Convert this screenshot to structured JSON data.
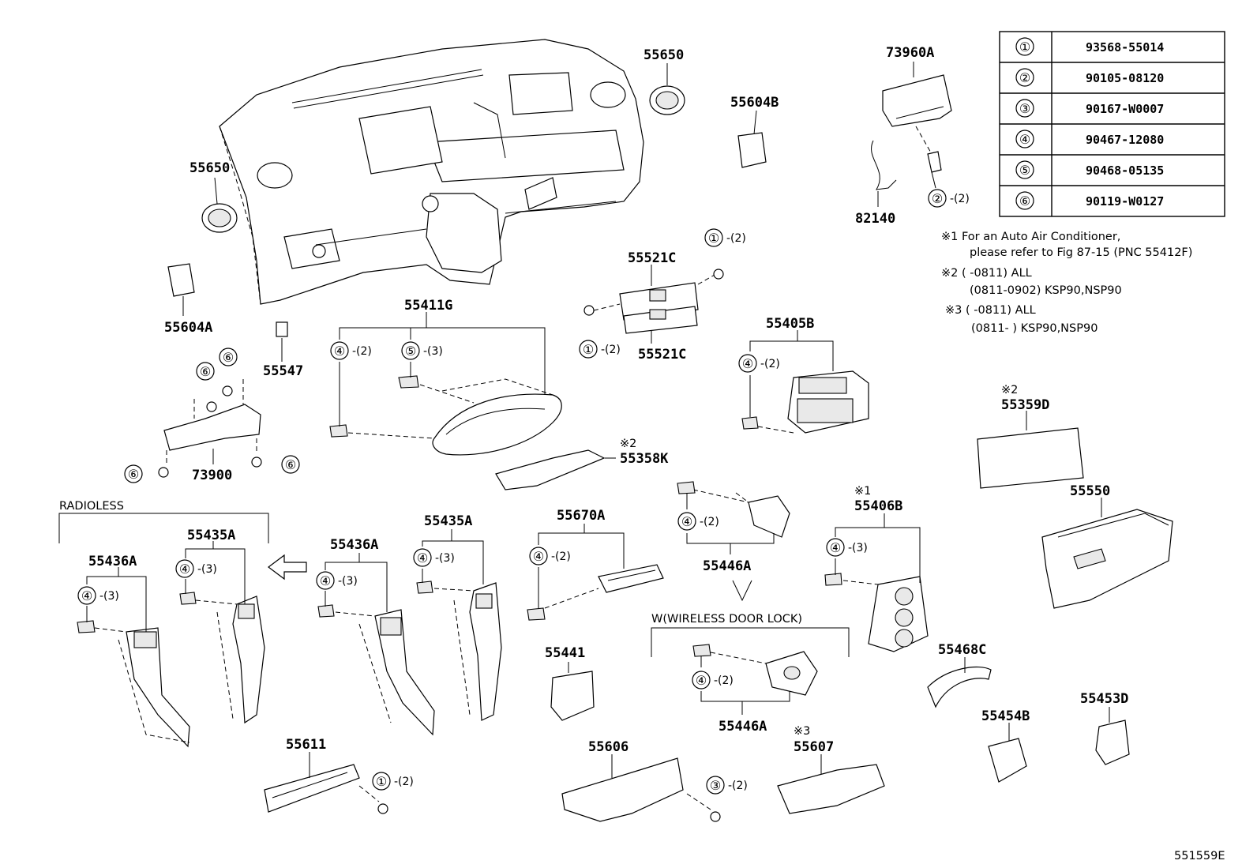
{
  "diagram_id": "551559E",
  "table": {
    "rows": [
      {
        "key": "①",
        "part": "93568-55014"
      },
      {
        "key": "②",
        "part": "90105-08120"
      },
      {
        "key": "③",
        "part": "90167-W0007"
      },
      {
        "key": "④",
        "part": "90467-12080"
      },
      {
        "key": "⑤",
        "part": "90468-05135"
      },
      {
        "key": "⑥",
        "part": "90119-W0127"
      }
    ]
  },
  "notes": {
    "n1_line1": "※1 For an Auto Air Conditioner,",
    "n1_line2": "please refer to Fig 87-15 (PNC 55412F)",
    "n2_line1": "※2 (      -0811) ALL",
    "n2_line2": "(0811-0902) KSP90,NSP90",
    "n3_line1": "※3 (      -0811) ALL",
    "n3_line2": "(0811-      ) KSP90,NSP90"
  },
  "labels": {
    "p55650_top": "55650",
    "p55650_left": "55650",
    "p55604B": "55604B",
    "p73960A": "73960A",
    "p82140": "82140",
    "p55604A": "55604A",
    "p55547": "55547",
    "p55411G": "55411G",
    "p55521C_top": "55521C",
    "p55521C_bot": "55521C",
    "p55405B": "55405B",
    "p73900": "73900",
    "p55358K": "55358K",
    "p55359D": "55359D",
    "p55550": "55550",
    "p55406B": "55406B",
    "p55446A_top": "55446A",
    "p55446A_bot": "55446A",
    "p55436A_l": "55436A",
    "p55435A_l": "55435A",
    "p55436A_r": "55436A",
    "p55435A_r": "55435A",
    "p55670A": "55670A",
    "p55441": "55441",
    "p55468C": "55468C",
    "p55454B": "55454B",
    "p55453D": "55453D",
    "p55611": "55611",
    "p55606": "55606",
    "p55607": "55607",
    "radioless": "RADIOLESS",
    "wireless": "W(WIRELESS DOOR LOCK)",
    "mark_55358K": "※2",
    "mark_55359D": "※2",
    "mark_55406B": "※1",
    "mark_55607": "※3"
  },
  "fasteners": {
    "c1": "①",
    "c2": "②",
    "c3": "③",
    "c4": "④",
    "c5": "⑤",
    "c6": "⑥",
    "q2": "-(2)",
    "q3": "-(3)"
  }
}
